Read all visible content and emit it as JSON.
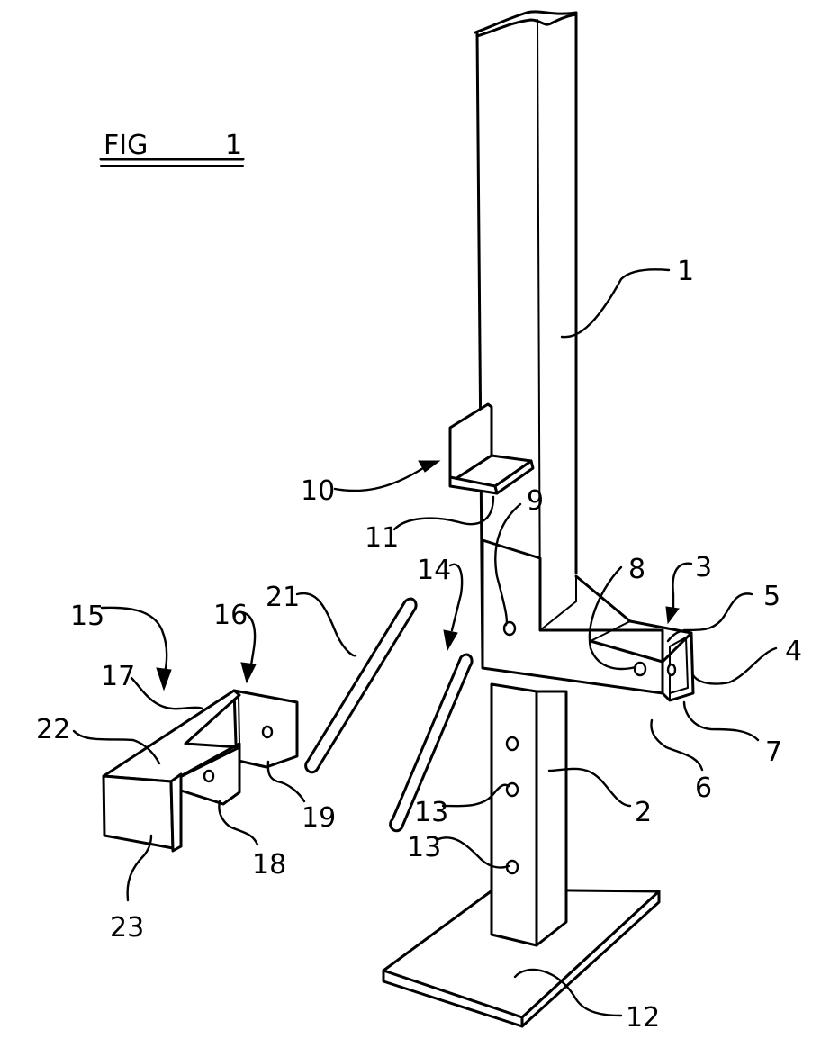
{
  "figure": {
    "title_prefix": "FIG",
    "title_number": "1"
  },
  "labels": {
    "post": "1",
    "lower_tube": "2",
    "bracket": "3",
    "side_wall": "4",
    "top_wall": "5",
    "front_edge": "6",
    "inner_edge": "7",
    "hole_8": "8",
    "hole_9": "9",
    "angle_support": "10",
    "angle_foot": "11",
    "base_plate": "12",
    "tube_hole_upper": "13",
    "tube_hole_lower": "13",
    "pin_short": "14",
    "clamp_assembly": "15",
    "clamp_flange": "16",
    "clamp_top_edge": "17",
    "clamp_leg": "18",
    "flange_hole": "19",
    "pin_long": "21",
    "clamp_top": "22",
    "clamp_front": "23"
  }
}
